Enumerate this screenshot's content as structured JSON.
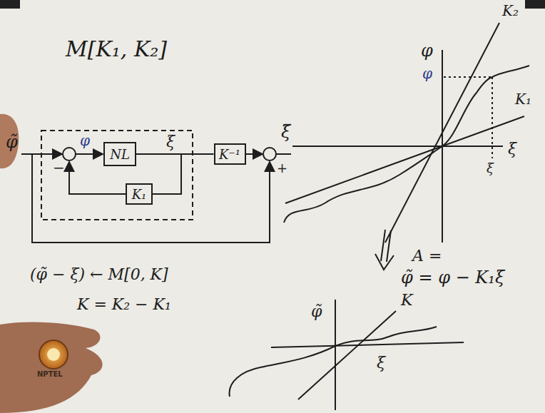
{
  "diagram": {
    "nodes": [
      {
        "text": [
          "NL"
        ]
      },
      {
        "text": [
          "K₁"
        ]
      },
      {
        "text": [
          "K⁻¹"
        ]
      }
    ],
    "edges": [
      {
        "from": 0,
        "to": 1,
        "arrow": "none"
      },
      {
        "from": 0,
        "to": 2,
        "arrow": "none"
      }
    ],
    "labels": [
      "M[K₁, K₂]",
      "φ̃",
      "φ",
      "ξ",
      "−",
      "+",
      "ξ̃",
      "φ",
      "φ",
      "ξ",
      "ξ",
      "K₂",
      "K₁",
      "A =",
      "φ̃ = φ − K₁ξ",
      "φ̃",
      "K",
      "ξ",
      "(φ̃ − ξ) ← M[0, K]",
      "K = K₂ − K₁",
      "NPTEL"
    ]
  }
}
